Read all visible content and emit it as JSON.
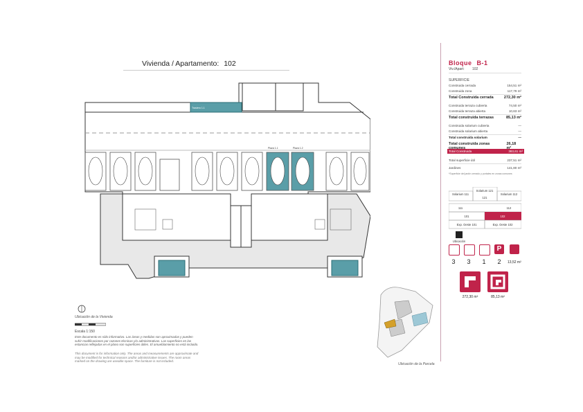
{
  "header": {
    "title_label": "Vivienda / Apartamento:",
    "title_value": "102"
  },
  "panel": {
    "bloque_label": "Bloque",
    "bloque_value": "B-1",
    "viv_label": "Viv./Apart:",
    "viv_value": "102",
    "superficie_label": "SUPERFICIE",
    "rows": [
      {
        "label": "Construida cerrada",
        "value": "154,51 m²"
      },
      {
        "label": "Construida zona",
        "value": "117,79 m²"
      },
      {
        "label": "Total Construida cerrada",
        "value": "272,30 m²"
      },
      {
        "label": "Construida terraza cubierta",
        "value": "74,50 m²"
      },
      {
        "label": "Construida terraza abierta",
        "value": "10,63 m²"
      },
      {
        "label": "Total construida terrazas",
        "value": "85,13 m²"
      },
      {
        "label": "Construida solarium cubierta",
        "value": "—"
      },
      {
        "label": "Construida solarium abierta",
        "value": "—"
      },
      {
        "label": "Total construida solarium",
        "value": "—"
      },
      {
        "label": "Total construida zonas comunes",
        "value": "26,18 m²"
      },
      {
        "label": "Total Construida",
        "value": "383,61 m²"
      },
      {
        "label": "Total superficie útil",
        "value": "237,51 m²"
      },
      {
        "label": "Jardines",
        "value": "141,80 m²"
      }
    ],
    "note": "*Superficie del jardín cerrado y portales en zonas comunes",
    "distribution": {
      "cells": [
        "Solarium 111",
        "Solarium 121",
        "Solarium 112",
        "111",
        "121",
        "112",
        "101",
        "102",
        "Exp. Oeste 101",
        "Exp. Oeste 102"
      ],
      "legend": "Ubicación"
    },
    "counts": {
      "bedrooms": "3",
      "bathrooms": "3",
      "parking": "1",
      "storage": "2",
      "terrace": "13,52 m²"
    },
    "totals": {
      "closed": "272,30 m²",
      "terraces": "85,13 m²"
    }
  },
  "footer": {
    "location_label": "Ubicación de la Vivienda",
    "scale_label": "Escala 1:150",
    "disclaimer_es": "Este documento es sólo informativo. Las áreas y medidas son aproximadas y pueden sufrir modificaciones por razones técnicas y/o administrativas. Las superficies en las estancias reflejadas en el plano son superficies útiles. El amueblamiento no está incluido.",
    "disclaimer_en": "This document is for information only. The areas and measurements are approximate and may be modified for technical reasons and/or administrative issues. The room areas marked on the drawing are useable space. The furniture is not included.",
    "site_label": "Ubicación de la Parcela"
  },
  "plan_labels": {
    "trastero": "Trastero 1.1",
    "plaza1": "Plaza 1.1",
    "plaza2": "Plaza 1.2"
  },
  "colors": {
    "accent": "#c0234a",
    "teal": "#5a9ea8"
  }
}
